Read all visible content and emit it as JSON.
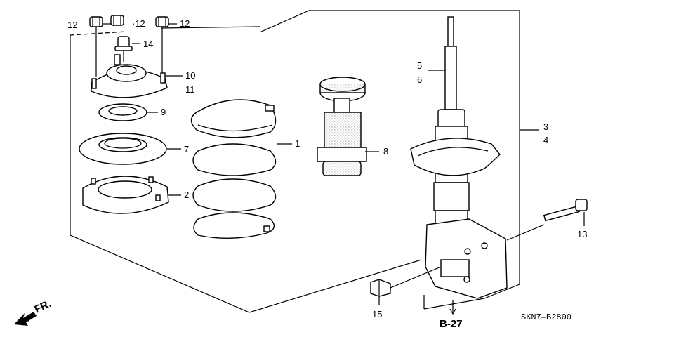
{
  "labels": {
    "l1": "1",
    "l2": "2",
    "l3": "3",
    "l4": "4",
    "l5": "5",
    "l6": "6",
    "l7": "7",
    "l8": "8",
    "l9": "9",
    "l10": "10",
    "l11": "11",
    "l12a": "12",
    "l12b": "·12",
    "l12c": "12",
    "l13": "13",
    "l14": "14",
    "l15": "15"
  },
  "reference": "B-27",
  "front_marker": "FR.",
  "diagram_code": "SKN7—B2800"
}
